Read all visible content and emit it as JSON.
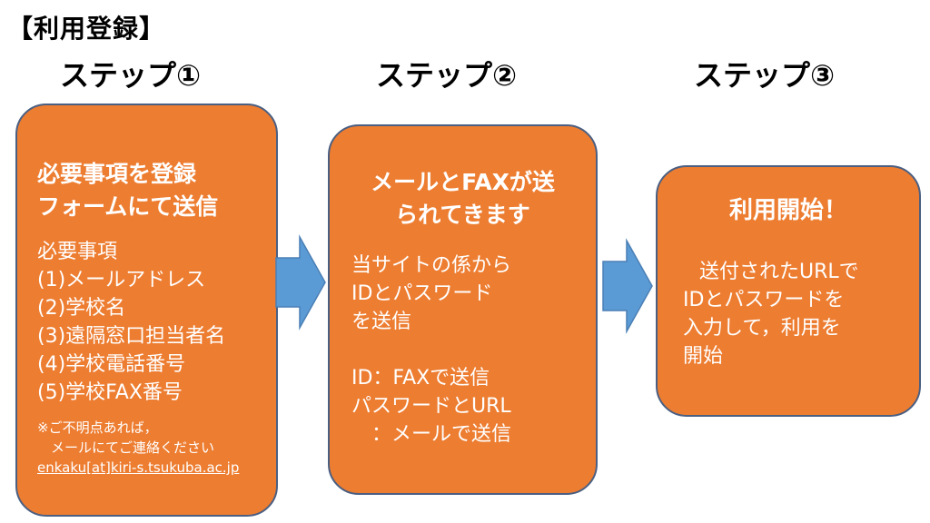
{
  "title": "【利用登録】",
  "steps": [
    {
      "label": "ステップ①",
      "heading": [
        "必要事項を登録",
        "フォームにて送信"
      ],
      "body": [
        "必要事項",
        "(1)メールアドレス",
        "(2)学校名",
        "(3)遠隔窓口担当者名",
        "(4)学校電話番号",
        "(5)学校FAX番号"
      ],
      "note": [
        "※ご不明点あれば，",
        "　メールにてご連絡ください"
      ],
      "email": "enkaku[at]kiri-s.tsukuba.ac.jp"
    },
    {
      "label": "ステップ②",
      "heading": [
        "メールとFAXが送",
        "られてきます"
      ],
      "body": [
        "当サイトの係から",
        "IDとパスワード",
        "を送信",
        "",
        "ID：FAXで送信",
        "パスワードとURL",
        "　：メールで送信"
      ]
    },
    {
      "label": "ステップ③",
      "heading": [
        "利用開始！"
      ],
      "body": [
        "送付されたURLで",
        "IDとパスワードを",
        "入力して，利用を",
        "開始"
      ]
    }
  ],
  "colors": {
    "box_fill": "#ED7D31",
    "box_border": "#4a5f82",
    "arrow": "#5B9BD5"
  },
  "icons": [
    "right-arrow-icon",
    "right-arrow-icon"
  ]
}
